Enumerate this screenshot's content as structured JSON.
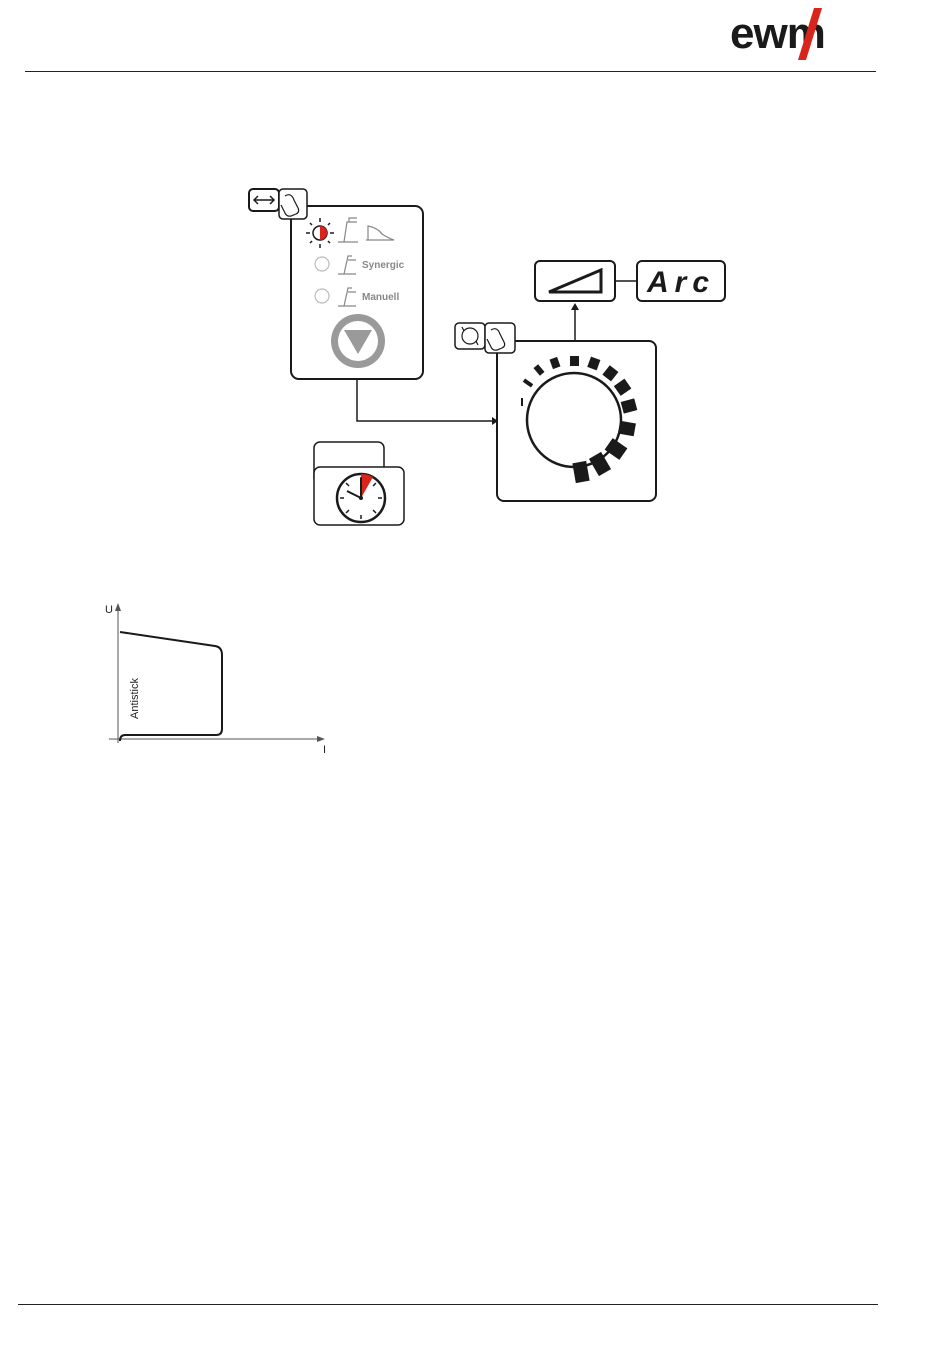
{
  "brand": {
    "logo_text": "ewm",
    "logo_color": "#1a1a1a",
    "accent_color": "#d9241c"
  },
  "panel": {
    "items": [
      {
        "label": "",
        "state": "active"
      },
      {
        "label": "Synergic",
        "state": "inactive"
      },
      {
        "label": "Manuell",
        "state": "inactive"
      }
    ],
    "select_button_icon": "triangle-down-icon",
    "mode_icon": "double-arrow-icon",
    "press_icon": "finger-press-icon"
  },
  "display": {
    "text": "Arc",
    "slope_icon": "ramp-icon"
  },
  "knob": {
    "rotate_icon": "rotate-press-icon"
  },
  "timer": {
    "icon": "clock-icon"
  },
  "graph": {
    "y_label": "U",
    "x_label": "I",
    "region_label": "Antistick"
  }
}
